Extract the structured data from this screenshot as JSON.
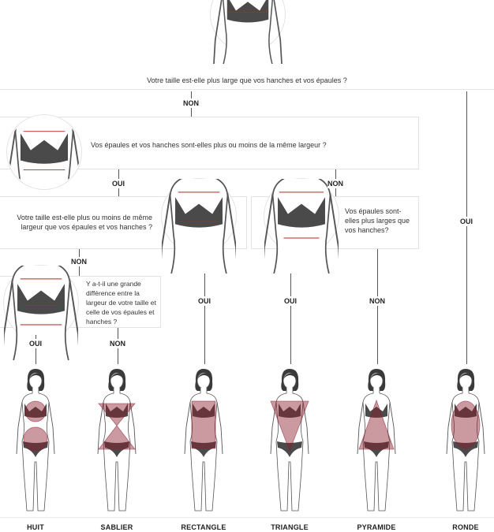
{
  "questions": {
    "q1": "Votre taille est-elle plus large que vos hanches et vos épaules ?",
    "q2": "Vos épaules et vos hanches sont-elles plus ou moins de la même largeur ?",
    "q3": "Votre taille est-elle plus ou moins de même largeur que vos épaules et vos hanches ?",
    "q4": "Vos épaules sont-elles plus larges que vos hanches?",
    "q5": "Y a-t-il une grande différence entre la largeur de votre taille et celle de vos épaules et hanches ?"
  },
  "answers": {
    "q1_non": "NON",
    "q1_oui": "OUI",
    "q2_oui": "OUI",
    "q2_non": "NON",
    "q3_non": "NON",
    "q3_oui": "OUI",
    "q4_oui": "OUI",
    "q4_non": "NON",
    "q5_oui": "OUI",
    "q5_non": "NON"
  },
  "shapes": [
    "HUIT",
    "SABLIER",
    "RECTANGLE",
    "TRIANGLE",
    "PYRAMIDE",
    "RONDE"
  ],
  "colors": {
    "accent": "#8b1e2e",
    "lingerie": "#4a4a4a",
    "line": "#555555"
  }
}
